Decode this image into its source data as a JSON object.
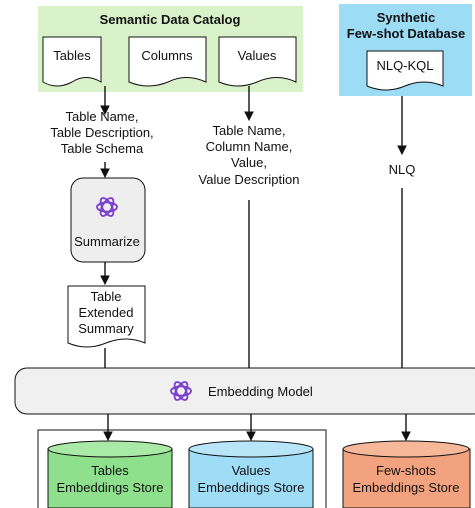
{
  "catalog": {
    "title": "Semantic Data Catalog",
    "documents": [
      "Tables",
      "Columns",
      "Values"
    ]
  },
  "synthetic": {
    "title_line1": "Synthetic",
    "title_line2": "Few-shot Database",
    "document": "NLQ-KQL"
  },
  "labels": {
    "tables_info": [
      "Table Name,",
      "Table Description,",
      "Table Schema"
    ],
    "values_info": [
      "Table Name,",
      "Column Name,",
      "Value,",
      "Value Description"
    ],
    "nlq": "NLQ"
  },
  "summarize": {
    "label": "Summarize",
    "icon": "openai-logo-icon"
  },
  "summary_doc": [
    "Table",
    "Extended",
    "Summary"
  ],
  "embedding": {
    "label": "Embedding Model",
    "icon": "openai-logo-icon"
  },
  "stores": {
    "tables": [
      "Tables",
      "Embeddings Store"
    ],
    "values": [
      "Values",
      "Embeddings Store"
    ],
    "fewshots": [
      "Few-shots",
      "Embeddings Store"
    ]
  },
  "colors": {
    "catalog_bg": "#d9f2c9",
    "synthetic_bg": "#9ddcf5",
    "tables_store": "#8fe08c",
    "values_store": "#9fdcf5",
    "fewshots_store": "#f2a27e",
    "embedding_bg": "#f0f0f0",
    "summarize_bg": "#eeeeee"
  }
}
